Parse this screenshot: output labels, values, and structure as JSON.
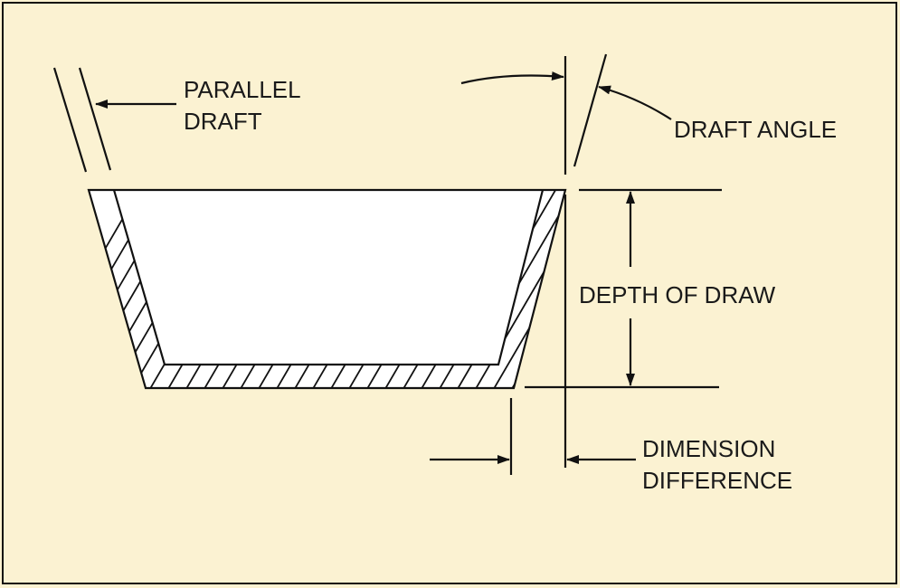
{
  "colors": {
    "background": "#fbf2d2",
    "ink": "#111111",
    "cavity": "#ffffff"
  },
  "labels": {
    "parallel_draft": [
      "PARALLEL",
      "DRAFT"
    ],
    "draft_angle": "DRAFT ANGLE",
    "depth_of_draw": "DEPTH OF DRAW",
    "dimension_difference": [
      "DIMENSION",
      "DIFFERENCE"
    ]
  }
}
